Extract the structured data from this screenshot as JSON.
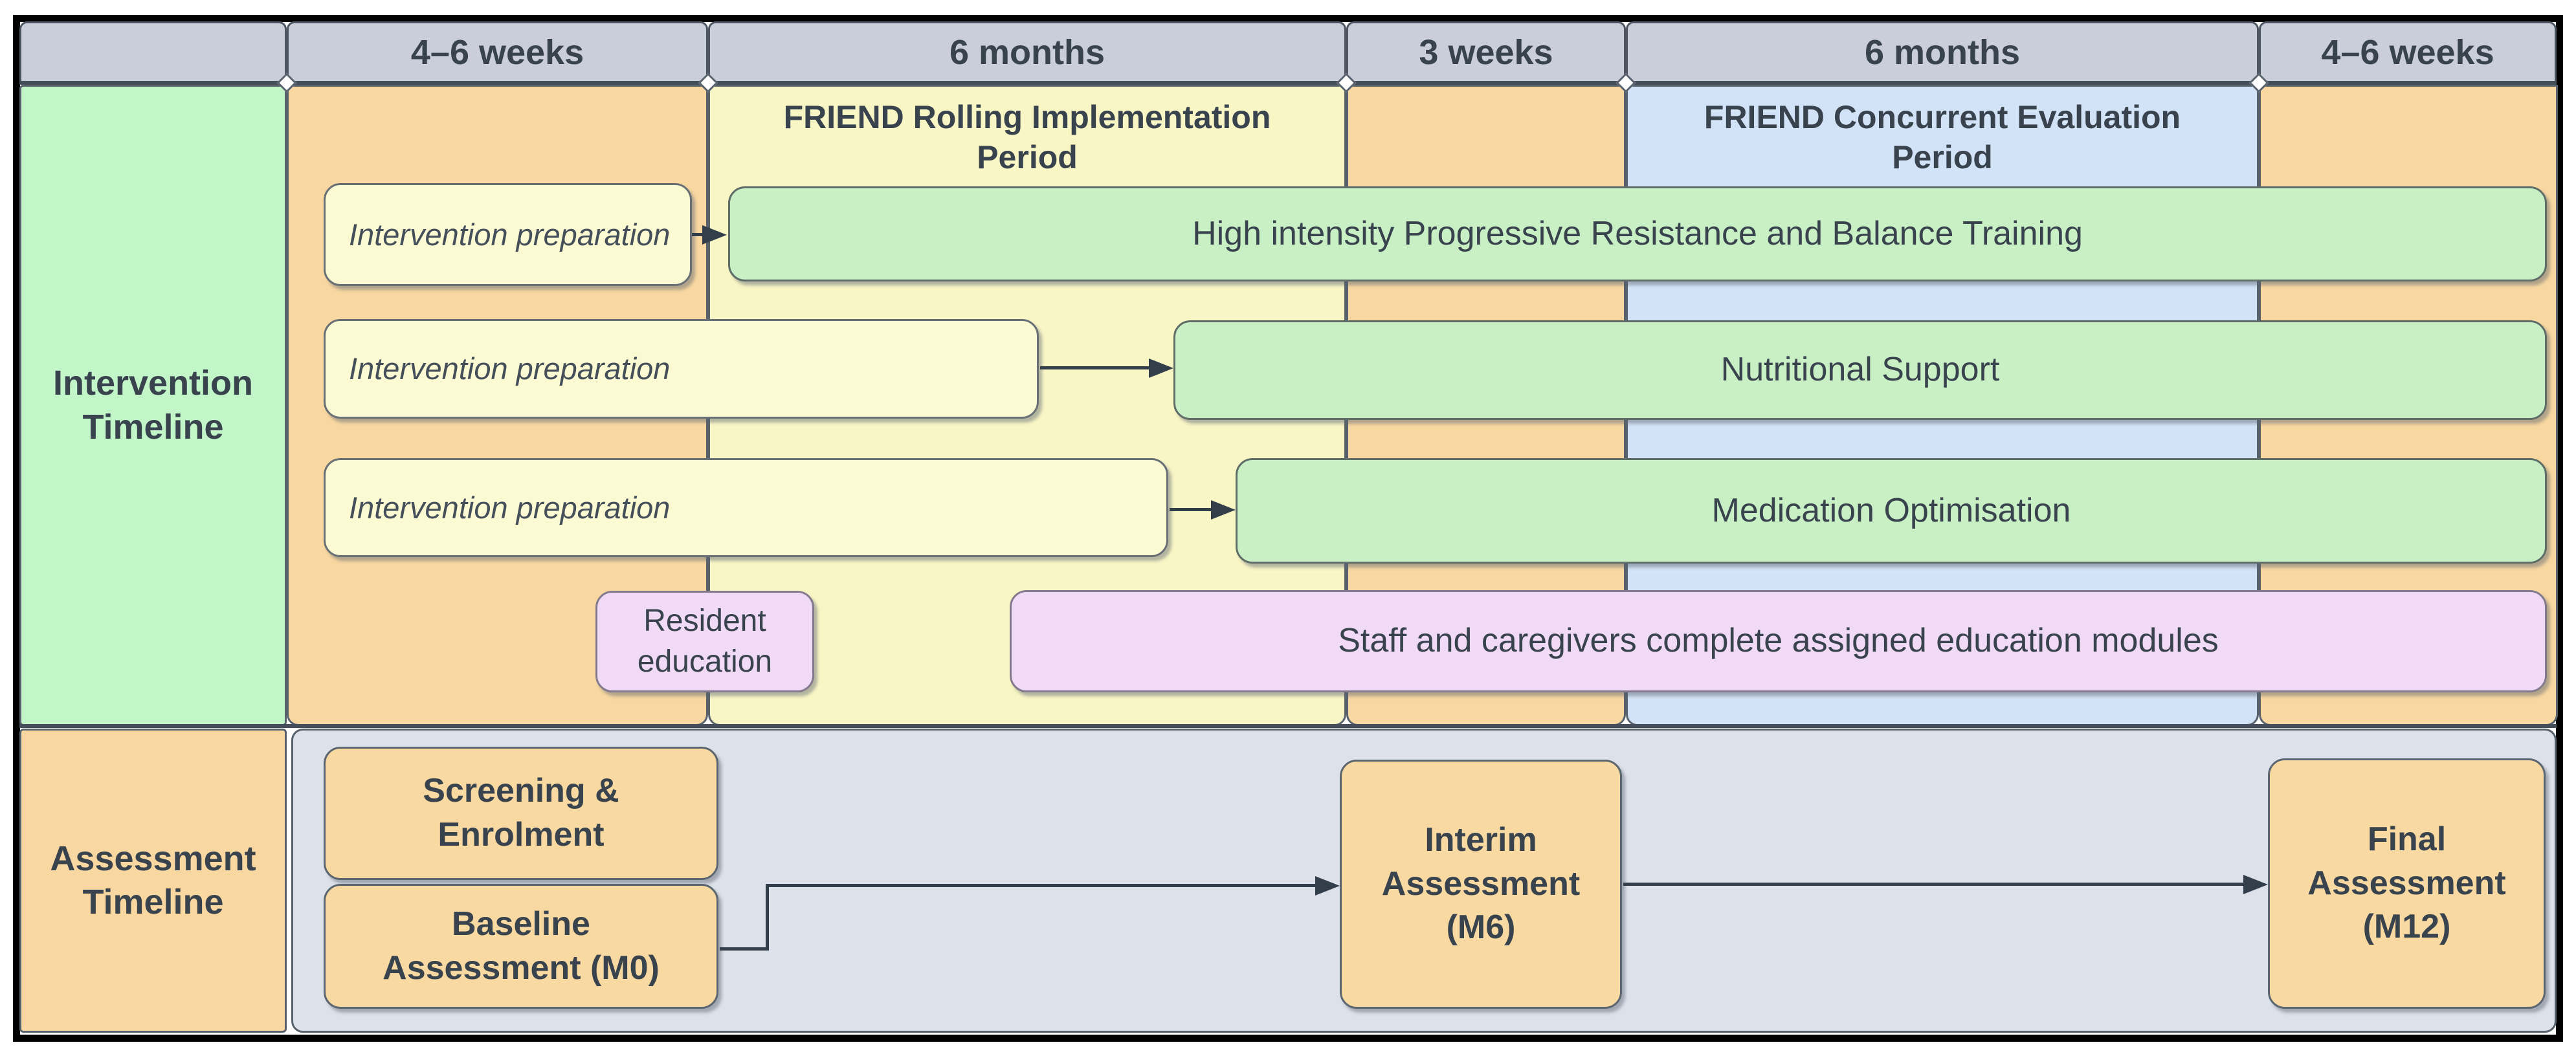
{
  "header": {
    "columns": [
      "",
      "4–6 weeks",
      "6 months",
      "3 weeks",
      "6 months",
      "4–6 weeks"
    ]
  },
  "row_labels": {
    "intervention": "Intervention Timeline",
    "assessment": "Assessment Timeline"
  },
  "periods": {
    "implementation": "FRIEND Rolling Implementation Period",
    "evaluation": "FRIEND Concurrent Evaluation Period"
  },
  "intervention": {
    "prep": "Intervention preparation",
    "training": "High intensity Progressive Resistance and Balance Training",
    "nutrition": "Nutritional Support",
    "medication": "Medication Optimisation",
    "resident_education": "Resident education",
    "staff_education": "Staff and caregivers complete assigned education modules"
  },
  "assessment": {
    "screening": "Screening & Enrolment",
    "baseline": "Baseline Assessment (M0)",
    "interim": "Interim Assessment (M6)",
    "final": "Final Assessment (M12)"
  },
  "colors": {
    "header_bg": "#c9ced8",
    "orange_band": "#f8d7a0",
    "yellow_band": "#f9f6c5",
    "blue_band": "#d3e3f7",
    "green_label": "#c2f5c7",
    "prep_box": "#fcfad3",
    "green_box": "#c9f0c5",
    "purple_box": "#f0daf5",
    "orange_box": "#f8d9a1",
    "assessment_bg": "#dde1e9",
    "text": "#39434e",
    "line": "#333e4b",
    "frame": "#000000"
  }
}
